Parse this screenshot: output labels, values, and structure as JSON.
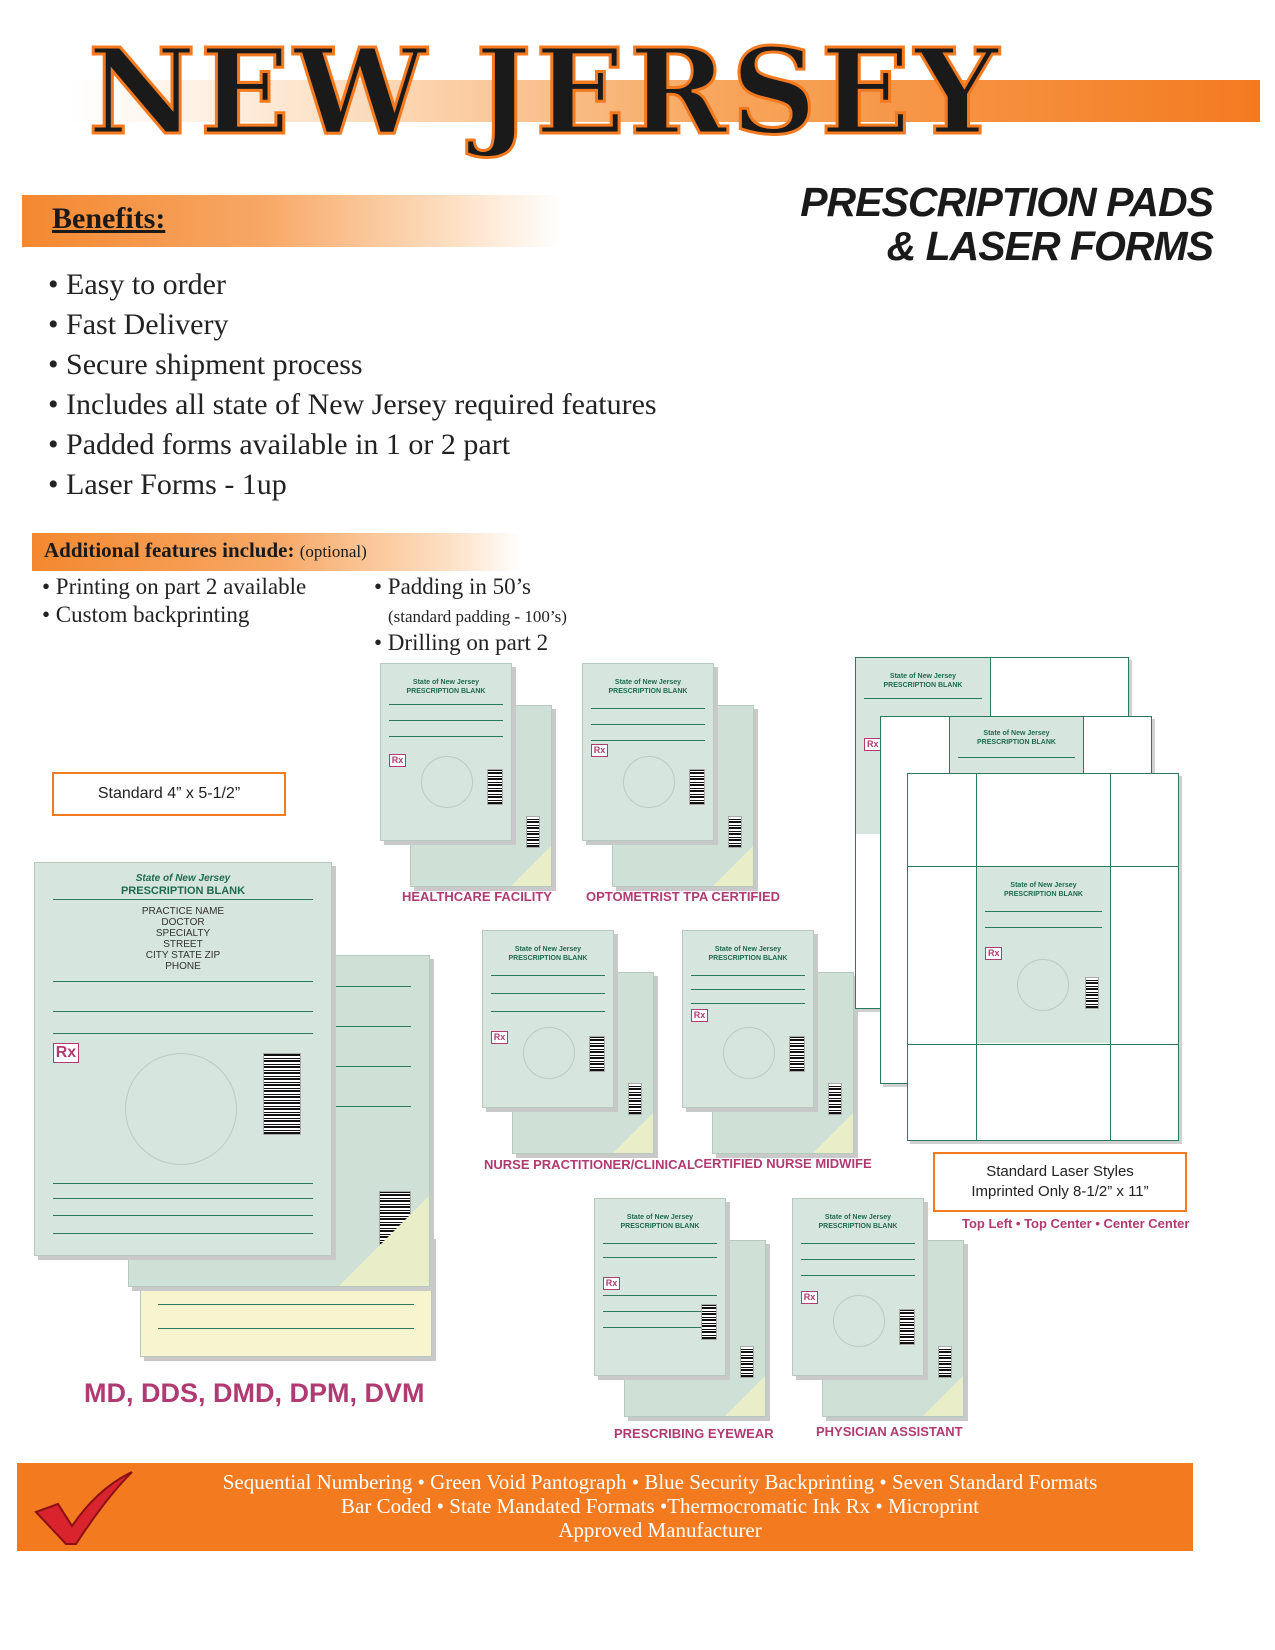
{
  "header": {
    "title": "NEW JERSEY",
    "subtitle_line1": "PRESCRIPTION PADS",
    "subtitle_line2": "& LASER FORMS"
  },
  "benefits": {
    "heading": "Benefits:",
    "items": [
      "Easy to order",
      "Fast Delivery",
      "Secure shipment process",
      "Includes all state of New Jersey required features",
      "Padded forms available in 1 or 2 part",
      "Laser Forms - 1up"
    ]
  },
  "additional": {
    "heading": "Additional features include:",
    "optional": "(optional)",
    "left": [
      "• Printing on part 2 available",
      "• Custom backprinting"
    ],
    "right_1": "• Padding in 50’s",
    "right_note": "(standard padding - 100’s)",
    "right_2": "• Drilling on part 2"
  },
  "standard_label": "Standard  4” x 5-1/2”",
  "laser_label": {
    "line1": "Standard Laser Styles",
    "line2": "Imprinted Only   8-1/2” x 11”",
    "positions": "Top Left • Top Center • Center Center"
  },
  "categories": {
    "healthcare": "HEALTHCARE FACILITY",
    "optometrist": "OPTOMETRIST TPA CERTIFIED",
    "nurse_practitioner": "NURSE PRACTITIONER/CLINICAL",
    "midwife": "CERTIFIED NURSE MIDWIFE",
    "eyewear": "PRESCRIBING EYEWEAR",
    "physician_assistant": "PHYSICIAN ASSISTANT"
  },
  "practitioners": "MD, DDS, DMD, DPM, DVM",
  "sample_form": {
    "state": "State of New Jersey",
    "blank": "PRESCRIPTION BLANK",
    "lines": [
      "PRACTICE NAME",
      "DOCTOR",
      "SPECIALTY",
      "STREET",
      "CITY STATE ZIP",
      "PHONE"
    ],
    "rx": "Rx"
  },
  "footer": {
    "line1": "Sequential Numbering • Green Void Pantograph • Blue Security Backprinting • Seven Standard Formats",
    "line2": "Bar Coded • State Mandated Formats •Thermocromatic Ink Rx • Microprint",
    "line3": "Approved Manufacturer"
  },
  "colors": {
    "accent_orange": "#f47a20",
    "category_magenta": "#b03a72",
    "form_green": "#1f6b52",
    "check_red": "#d9232d"
  }
}
